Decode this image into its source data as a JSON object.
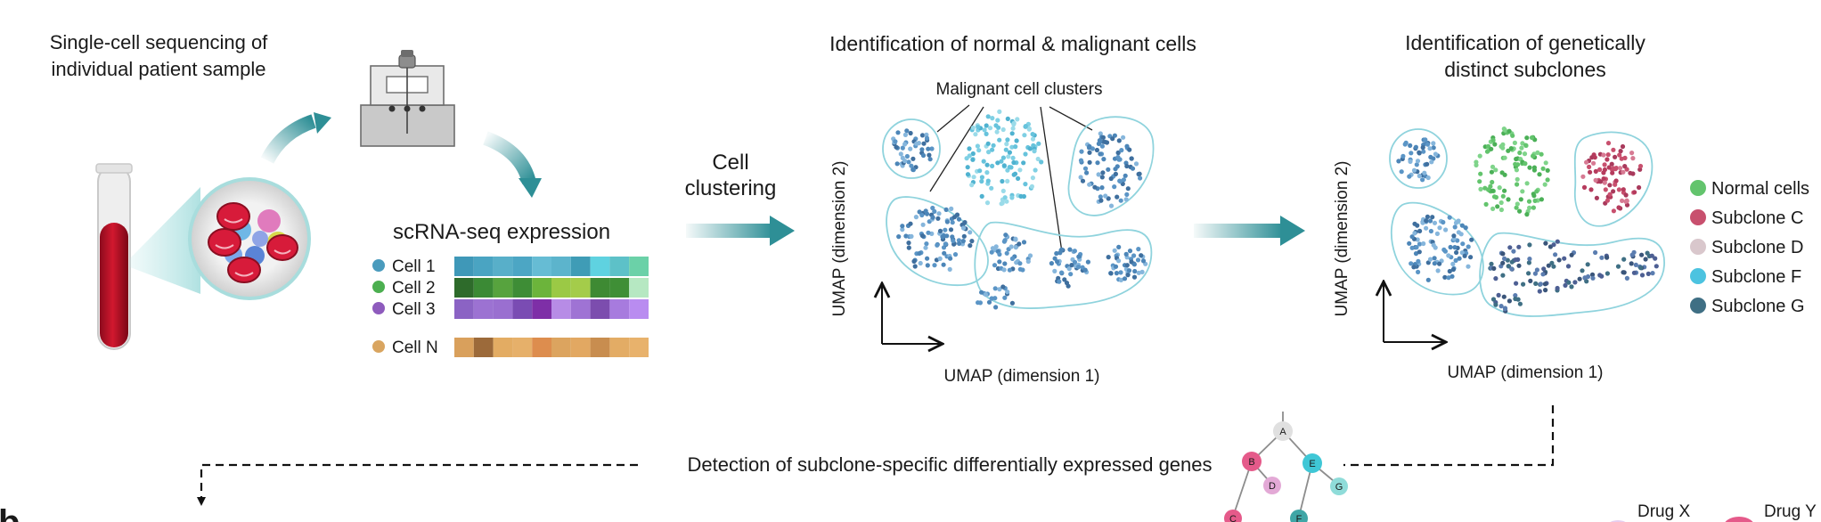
{
  "step1": {
    "title_line1": "Single-cell sequencing of",
    "title_line2": "individual patient sample"
  },
  "expression": {
    "title": "scRNA-seq expression",
    "rows": [
      {
        "label": "Cell 1",
        "dot_color": "#4a9bbd",
        "cells": [
          "#3f98b8",
          "#4aa4c2",
          "#58afc9",
          "#4ca6c4",
          "#66bcd4",
          "#5cb4cc",
          "#3f9cb6",
          "#5fd2e0",
          "#5dc1c8",
          "#6bd1a8"
        ]
      },
      {
        "label": "Cell 2",
        "dot_color": "#4caf50",
        "cells": [
          "#2e6b2b",
          "#3b8a35",
          "#57a33e",
          "#3e8d36",
          "#6cb43b",
          "#9bc945",
          "#a4cc4a",
          "#3e8a33",
          "#3f8f36",
          "#b6e8c2"
        ]
      },
      {
        "label": "Cell 3",
        "dot_color": "#8e5bbd",
        "cells": [
          "#8b63c4",
          "#9c72d2",
          "#9a6fd0",
          "#7a4cb3",
          "#7e2fa7",
          "#b78ce6",
          "#9f73d4",
          "#7c4dae",
          "#a77bde",
          "#b98cf0"
        ]
      },
      {
        "label": "Cell N",
        "dot_color": "#d9a560",
        "cells": [
          "#d9a05c",
          "#9c6a3a",
          "#e3ac63",
          "#e6b06a",
          "#dd8d4e",
          "#dca45f",
          "#e2a862",
          "#c88d4f",
          "#e3ac65",
          "#e8b26c"
        ]
      }
    ]
  },
  "clustering": {
    "label_line1": "Cell",
    "label_line2": "clustering"
  },
  "umap1": {
    "title": "Identification of normal & malignant cells",
    "annotation": "Malignant cell clusters",
    "xlabel": "UMAP (dimension 1)",
    "ylabel": "UMAP (dimension 2)"
  },
  "umap2": {
    "title_line1": "Identification of genetically",
    "title_line2": "distinct subclones",
    "xlabel": "UMAP (dimension 1)",
    "ylabel": "UMAP (dimension 2)"
  },
  "legend": [
    {
      "label": "Normal cells",
      "color": "#63c46d"
    },
    {
      "label": "Subclone C",
      "color": "#c8506e"
    },
    {
      "label": "Subclone D",
      "color": "#d9c7cc"
    },
    {
      "label": "Subclone F",
      "color": "#4cc3e0"
    },
    {
      "label": "Subclone G",
      "color": "#3f6f84"
    }
  ],
  "detection": {
    "label": "Detection of subclone-specific differentially expressed genes"
  },
  "tree": {
    "nodes": [
      {
        "label": "A",
        "color": "#e0e0e0"
      },
      {
        "label": "B",
        "color": "#e55a8a"
      },
      {
        "label": "D",
        "color": "#e3a9d6"
      },
      {
        "label": "E",
        "color": "#3fc7d6"
      },
      {
        "label": "G",
        "color": "#8fdcd9"
      },
      {
        "label": "C",
        "color": "#e55a8a"
      },
      {
        "label": "F",
        "color": "#3fa6a6"
      }
    ]
  },
  "panel_b": {
    "letter": "b"
  },
  "drugs": {
    "x": "Drug X",
    "y": "Drug Y"
  },
  "colors": {
    "teal": "#2e8f96",
    "cluster_outline": "#8fd3dd",
    "dot_blue": "#4d86b8",
    "dot_lightblue": "#67c3dc",
    "tube_red": "#c4132c"
  }
}
